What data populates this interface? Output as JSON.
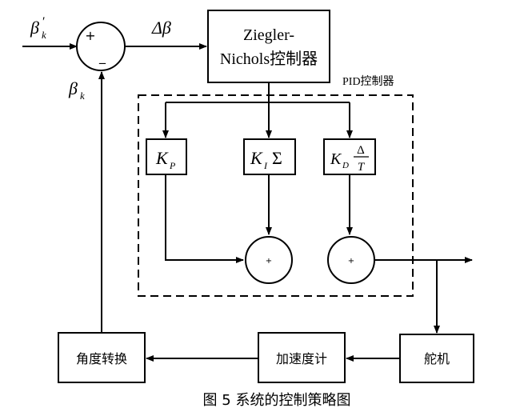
{
  "inputs": {
    "reference_base": "β",
    "reference_prime": "′",
    "reference_sub": "k",
    "feedback_base": "β",
    "feedback_sub": "k",
    "error": "Δβ"
  },
  "summer_main": {
    "plus": "+",
    "minus": "_"
  },
  "controller": {
    "line1": "Ziegler-",
    "line2": "Nichols控制器"
  },
  "pid_group": {
    "label": "PID控制器"
  },
  "gains": {
    "kp_base": "K",
    "kp_sub": "P",
    "ki_base": "K",
    "ki_sub": "I",
    "ki_op": "Σ",
    "kd_base": "K",
    "kd_sub": "D",
    "kd_num": "Δ",
    "kd_den": "T"
  },
  "summers": {
    "sum1": "+",
    "sum2": "+"
  },
  "blocks": {
    "angle_convert": "角度转换",
    "accelerometer": "加速度计",
    "servo": "舵机"
  },
  "caption": "图 5  系统的控制策略图"
}
